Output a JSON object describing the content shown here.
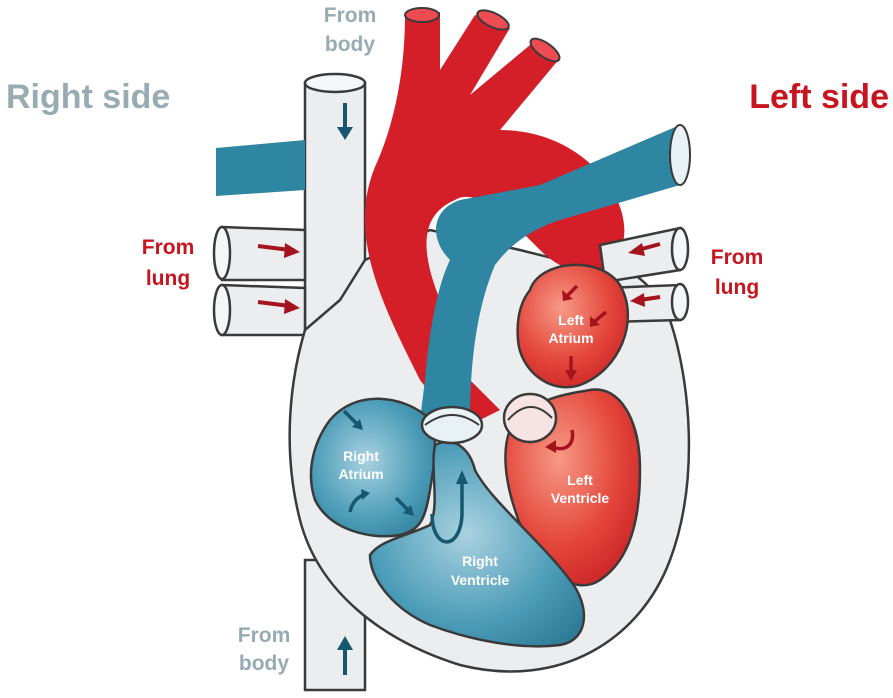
{
  "side_titles": {
    "right": "Right side",
    "left": "Left side"
  },
  "external_labels": {
    "from_body_top": [
      "From",
      "body"
    ],
    "from_body_bottom": [
      "From",
      "body"
    ],
    "from_lung_left": [
      "From",
      "lung"
    ],
    "from_lung_right": [
      "From",
      "lung"
    ]
  },
  "chambers": {
    "left_atrium": [
      "Left",
      "Atrium"
    ],
    "right_atrium": [
      "Right",
      "Atrium"
    ],
    "left_ventricle": [
      "Left",
      "Ventricle"
    ],
    "right_ventricle": [
      "Right",
      "Ventricle"
    ]
  },
  "colors": {
    "oxygenated_red": "#d41e28",
    "deoxygenated_blue": "#2f86a3",
    "arrow_red": "#a5141c",
    "arrow_blue": "#15586f",
    "vessel_gray": "#ecedef",
    "outline": "#3a3a3a",
    "label_gray": "#97abb3",
    "label_red": "#c8141e"
  }
}
